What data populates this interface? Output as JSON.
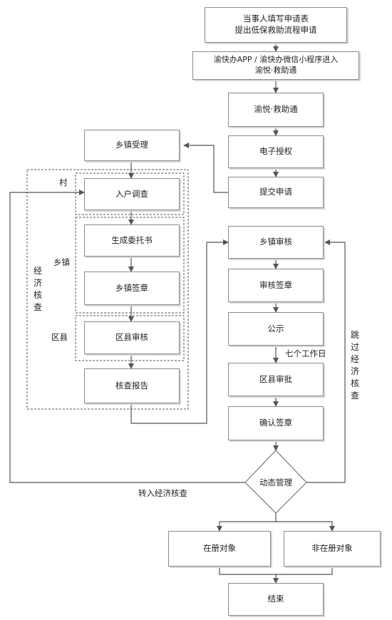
{
  "nodes": {
    "apply_form": {
      "line1": "当事人填写申请表",
      "line2": "提出低保救助流程申请"
    },
    "app_entry": {
      "line1": "渝快办APP / 渝快办微信小程序进入",
      "line2": "渝悦·救助通"
    },
    "yuyue": "渝悦·救助通",
    "e_auth": "电子授权",
    "submit": "提交申请",
    "town_accept": "乡镇受理",
    "home_survey": "入户调查",
    "entrust": "生成委托书",
    "town_seal": "乡镇签章",
    "district_review": "区县审核",
    "check_report": "核查报告",
    "town_audit": "乡镇审核",
    "audit_seal": "审核签章",
    "publicity": "公示",
    "district_approve": "区县审批",
    "confirm_seal": "确认签章",
    "dynamic_mgmt": "动态管理",
    "registered": "在册对象",
    "not_registered": "非在册对象",
    "end": "结束"
  },
  "labels": {
    "village": "村",
    "township": "乡镇",
    "district": "区县",
    "economic_check": "经济核查",
    "seven_days": "七个工作日",
    "skip_check": "跳过经济核查",
    "to_check": "转入经济核查"
  }
}
